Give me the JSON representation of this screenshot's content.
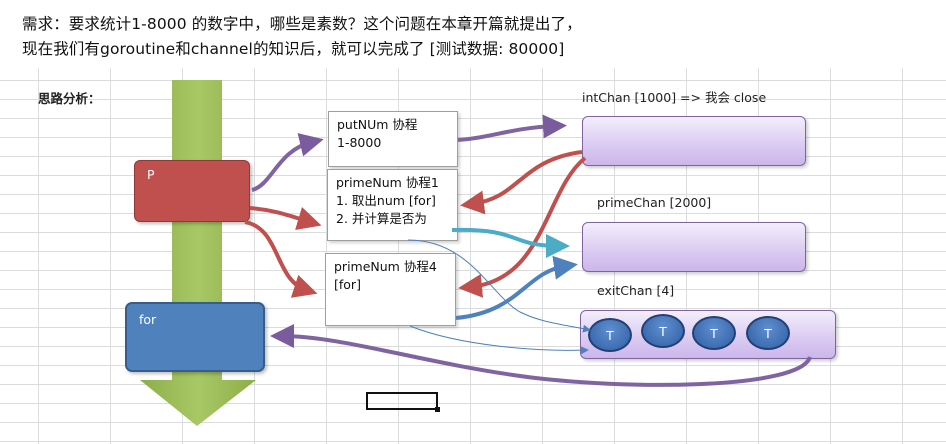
{
  "heading": {
    "line1": "需求：要求统计1-8000 的数字中，哪些是素数？这个问题在本章开篇就提出了，",
    "line2": "现在我们有goroutine和channel的知识后，就可以完成了 [测试数据: 80000]"
  },
  "analysis_label": "思路分析：",
  "main": {
    "p_label": "P",
    "for_label": "for"
  },
  "tasks": {
    "put": {
      "line1": "putNUm 协程",
      "line2": "1-8000"
    },
    "prime1": {
      "line1": "primeNum 协程1",
      "line2": "1. 取出num [for]",
      "line3": "2.  并计算是否为"
    },
    "prime4": {
      "line1": "primeNum 协程4",
      "line2": "[for]"
    }
  },
  "channels": {
    "int_chan": "intChan [1000]  =>  我会 close",
    "prime_chan": "primeChan [2000]",
    "exit_chan": "exitChan [4]",
    "exit_items": [
      "T",
      "T",
      "T",
      "T"
    ]
  },
  "colors": {
    "green_arrow": "#9bbb59",
    "p_box": "#c0504d",
    "for_box": "#4f81bd",
    "purple_arrow": "#8064a2",
    "red_arrow": "#c0504d",
    "teal_arrow": "#4bacc6",
    "blue_arrow": "#4f81bd"
  }
}
